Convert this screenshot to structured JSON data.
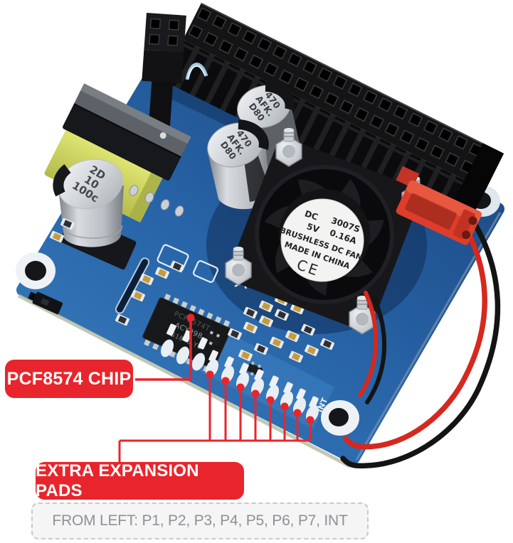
{
  "callouts": {
    "chip_label": "PCF8574 CHIP",
    "pads_label": "EXTRA EXPANSION PADS"
  },
  "legend": {
    "text": "FROM LEFT: P1, P2, P3, P4, P5, P6, P7, INT"
  },
  "board_text": {
    "int_pad": "INT",
    "chip_line1": "PCF8574T",
    "chip_line2": "ACY998",
    "chip_line3": "nG1849 YS"
  },
  "fan_label": {
    "dc": "DC",
    "model": "3007S",
    "volt": "5V",
    "amp": "0.16A",
    "type": "BRUSHLESS DC FAN",
    "origin": "MADE IN CHINA",
    "ce_mark": "CE"
  },
  "capacitors": {
    "big_cap": {
      "line1": "2D",
      "line2": "10",
      "line3": "100c"
    },
    "small_cap": {
      "line1": "470",
      "line2": "AFK.",
      "line3": "D80"
    }
  },
  "colors": {
    "annotation_red": "#e8252c",
    "pcb_blue": "#2b6cb0",
    "legend_gray": "#8f9194",
    "background": "#ffffff"
  }
}
